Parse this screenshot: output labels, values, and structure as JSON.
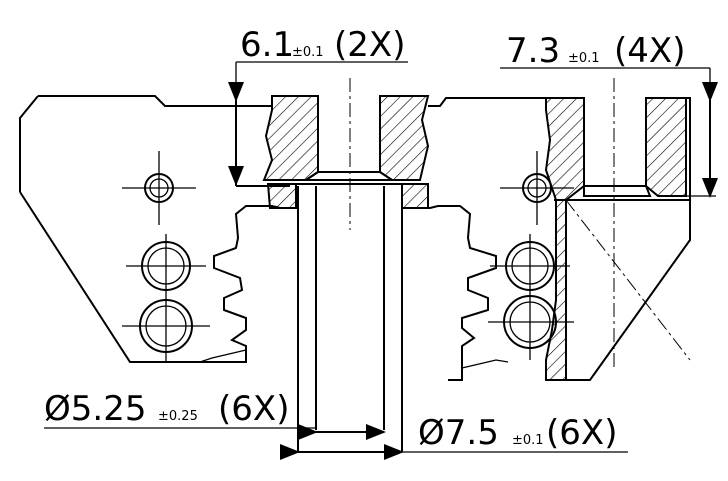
{
  "callouts": {
    "counterbore_depth": {
      "value": "6.1",
      "tolerance": "±0.1",
      "count": "(2X)"
    },
    "thread_depth": {
      "value": "7.3",
      "tolerance": "±0.1",
      "count": "(4X)"
    },
    "bore_diameter_small": {
      "value": "Ø5.25",
      "tolerance": "±0.25",
      "count": "(6X)"
    },
    "bore_diameter_large": {
      "value": "Ø7.5",
      "tolerance": "±0.1",
      "count": "(6X)"
    }
  }
}
